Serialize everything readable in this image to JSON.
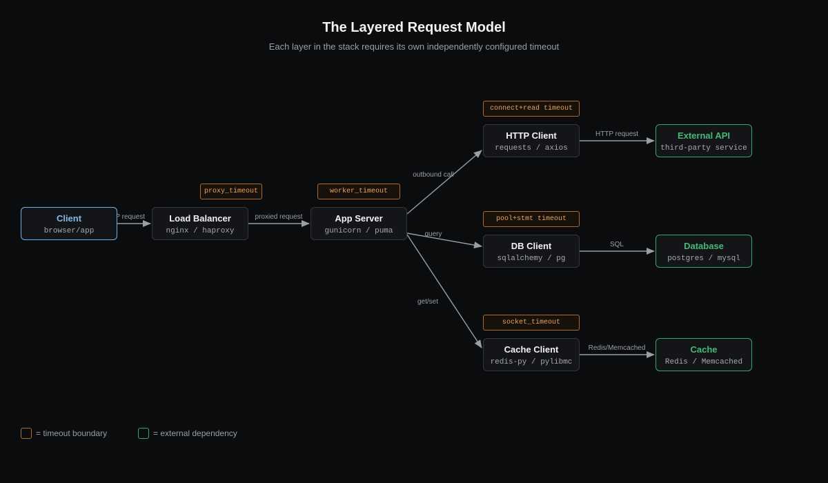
{
  "title": "The Layered Request Model",
  "subtitle": "Each layer in the stack requires its own independently configured timeout",
  "nodes": {
    "client": {
      "name": "Client",
      "sub": "browser/app"
    },
    "load_balancer": {
      "name": "Load Balancer",
      "sub": "nginx / haproxy"
    },
    "app_server": {
      "name": "App Server",
      "sub": "gunicorn / puma"
    },
    "http_client": {
      "name": "HTTP Client",
      "sub": "requests / axios"
    },
    "db_client": {
      "name": "DB Client",
      "sub": "sqlalchemy / pg"
    },
    "cache_client": {
      "name": "Cache Client",
      "sub": "redis-py / pylibmc"
    },
    "external_api": {
      "name": "External API",
      "sub": "third-party service"
    },
    "database": {
      "name": "Database",
      "sub": "postgres / mysql"
    },
    "cache": {
      "name": "Cache",
      "sub": "Redis / Memcached"
    }
  },
  "timeouts": {
    "proxy": "proxy_timeout",
    "worker": "worker_timeout",
    "http": "connect+read timeout",
    "db": "pool+stmt timeout",
    "cache": "socket_timeout"
  },
  "edges": [
    {
      "id": "client-lb",
      "label": "HTTP request"
    },
    {
      "id": "lb-app",
      "label": "proxied request"
    },
    {
      "id": "app-http",
      "label": "outbound call"
    },
    {
      "id": "app-db",
      "label": "query"
    },
    {
      "id": "app-cache",
      "label": "get/set"
    },
    {
      "id": "http-ext",
      "label": "HTTP request"
    },
    {
      "id": "db-database",
      "label": "SQL"
    },
    {
      "id": "cache-cache",
      "label": "Redis/Memcached"
    }
  ],
  "legend": {
    "timeout": "= timeout boundary",
    "external": "= external dependency"
  },
  "colors": {
    "client": "#7dbcec",
    "external": "#46b877",
    "timeout": "#f0a35a",
    "edge": "#9a9ea5"
  }
}
